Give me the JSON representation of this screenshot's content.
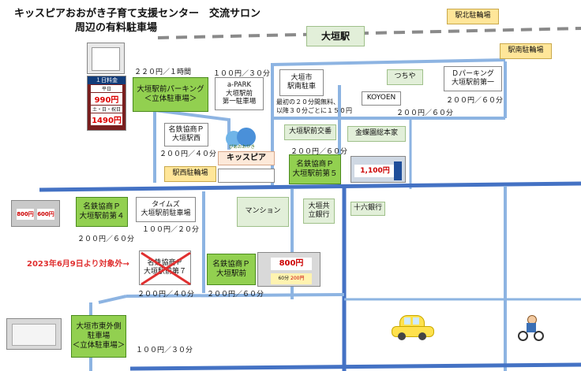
{
  "title": {
    "line1": "キッスピアおおがき子育て支援センター　交流サロン",
    "line2": "周辺の有料駐車場"
  },
  "station": {
    "name": "大垣駅"
  },
  "station_lots": {
    "north": "駅北駐輪場",
    "south": "駅南駐輪場",
    "west": "駅西駐輪場"
  },
  "kisspia": {
    "label": "キッスピア",
    "sign": "ぴあおおがき",
    "icon": "kisspia-mascot-icon"
  },
  "parkings": [
    {
      "name_lines": [
        "大垣駅前パーキング",
        "＜立体駐車場＞"
      ],
      "price": "２２０円／１時間"
    },
    {
      "name_lines": [
        "名鉄協商Ｐ",
        "大垣駅西"
      ],
      "price": "２００円／４０分"
    },
    {
      "name_lines": [
        "名鉄協商Ｐ",
        "大垣駅前第５"
      ],
      "price": "２００円／６０分"
    },
    {
      "name_lines": [
        "名鉄協商Ｐ",
        "大垣駅前第４"
      ],
      "price": "２００円／６０分"
    },
    {
      "name_lines": [
        "名鉄協商Ｐ",
        "大垣駅前第７"
      ],
      "price": "２００円／４０分"
    },
    {
      "name_lines": [
        "名鉄協商Ｐ",
        "大垣駅前"
      ],
      "price": "２００円／６０分"
    },
    {
      "name_lines": [
        "大垣市東外側",
        "駐車場",
        "＜立体駐車場＞"
      ],
      "price": "１００円／３０分"
    }
  ],
  "other_parkings": [
    {
      "name_lines": [
        "a-PARK",
        "大垣駅前",
        "第一駐車場"
      ],
      "price": "１００円／３０分"
    },
    {
      "name_lines": [
        "大垣市",
        "駅南駐車"
      ],
      "price_lines": [
        "最初の２０分間無料、",
        "以降３０分ごとに１５０円"
      ]
    },
    {
      "name_lines": [
        "Ｄパーキング",
        "大垣駅前第一"
      ],
      "price": "２００円／６０分"
    },
    {
      "name_lines": [
        "タイムズ",
        "大垣駅前駐車場"
      ],
      "price": "１００円／２０分"
    },
    {
      "name_lines": [
        "KOYOEN"
      ],
      "price": "２００円／６０分"
    }
  ],
  "landmarks": {
    "tsuruya": "つちや",
    "koban": "大垣駅前交番",
    "kinsho": "金蝶園総本家",
    "mansion": "マンション",
    "kyoritsu_lines": [
      "大垣共",
      "立銀行"
    ],
    "juroku": "十六銀行"
  },
  "notice": {
    "text": "2023年6月9日より対象外→",
    "color": "#e03030"
  },
  "sign_photos": {
    "sign1_header": "１日料金",
    "sign1_weekday": "平日",
    "sign1_weekday_price": "990円",
    "sign1_weekend": "土・日・祝日",
    "sign1_weekend_price": "1490円",
    "sign_meitetsu5": "1,100円",
    "sign_meitetsu4_a": "800円",
    "sign_meitetsu4_b": "600円",
    "sign_meitetsu": "800円",
    "sign_meitetsu_sub_a": "60分",
    "sign_meitetsu_sub_b": "200円"
  },
  "colors": {
    "road": "#5b9bd5",
    "parking": "#92d050",
    "rail": "#7f7f7f"
  }
}
